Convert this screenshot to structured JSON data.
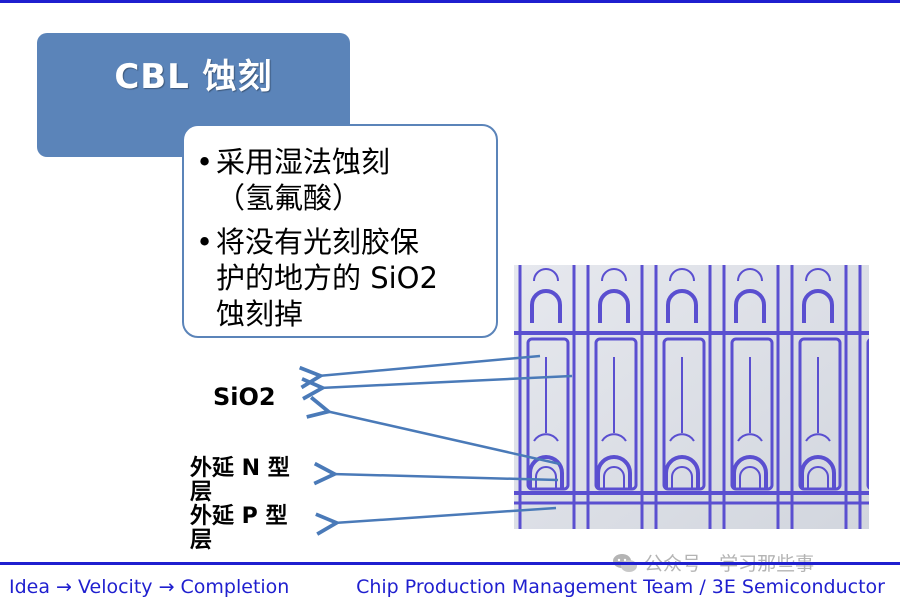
{
  "slide": {
    "title": "CBL 蚀刻",
    "bullets": [
      {
        "lines": "采用湿法蚀刻\n（氢氟酸）"
      },
      {
        "lines": "将没有光刻胶保\n护的地方的 SiO2\n蚀刻掉"
      }
    ],
    "labels": {
      "sio2": "SiO2",
      "n_layer": "外延 N 型\n层",
      "p_layer": "外延 P 型\n层"
    }
  },
  "footer": {
    "left": "Idea → Velocity → Completion",
    "right": "Chip Production Management Team / 3E Semiconductor"
  },
  "watermark": {
    "text": "公众号 · 学习那些事",
    "icon": "wechat-icon"
  },
  "colors": {
    "rule": "#1f1fcf",
    "title_box": "#5b84b9",
    "arrow": "#4a7ab8",
    "micro_purple": "#5a4fd0",
    "micro_bg": "#dcdfe6"
  }
}
